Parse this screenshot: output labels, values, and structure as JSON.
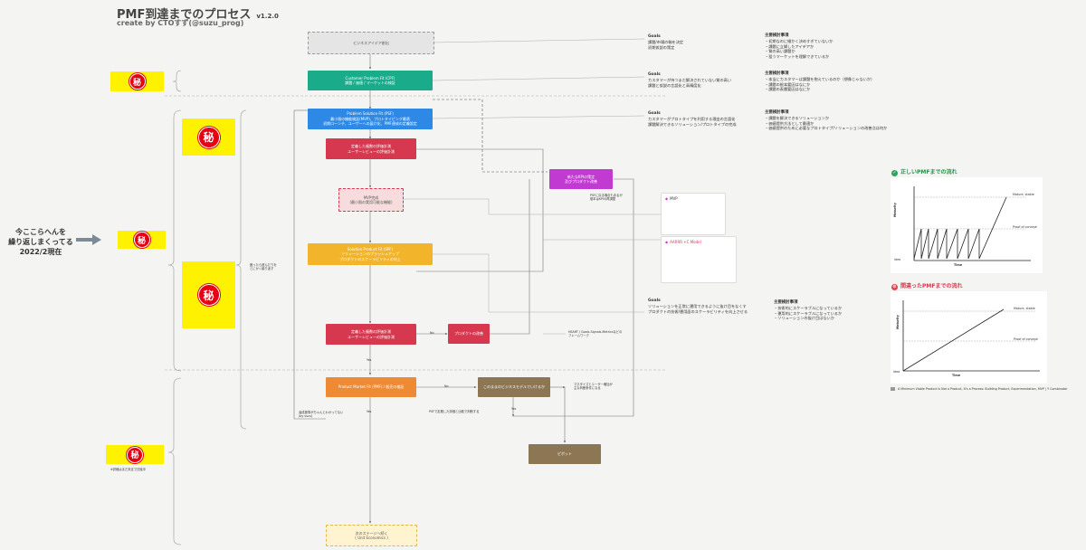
{
  "header": {
    "title": "PMF到達までのプロセス",
    "version": "v1.2.0",
    "author": "create by CTOすず(@suzu_prog)"
  },
  "loop_label": "今ここらへんを\n繰り返しまくってる\n2022/2現在",
  "secret_mark": "秘",
  "secret_note": "※詳細はまだ未定で討議中",
  "flow": {
    "idea": "ビジネスアイデア創出",
    "cpf": "Customer Problem Fit (CPF)\n課題 / 価値 / マーケットの検証",
    "psf": "Problem Solution Fit (PSF)\n最小限の機能検証(MVP)、プロトタイピング最適\n初期ローンチ、ユーザーへの届け化、PMF達成の定義設定",
    "psf_eval": "定義した複数の評価計測\nユーザーレビューの評価計測",
    "mvp": "MVP完成\n(最小限の実用可能な機能)",
    "spf": "Solution Product Fit (SPF)\nソリューションのブラッシュアップ\nプロダクトのスケーラビリティの向上",
    "spf_eval": "定義した複数の評価計測\nユーザーレビューの評価計測",
    "product_improve": "プロダクトの改善",
    "pmf": "Product Market Fit (PMF) / 販売の検証",
    "pivot_check": "このままのビジネスモデルでいけるか",
    "pivot": "ピボット",
    "next": "次のステージへ続く\n( Unit Economics )",
    "new_kpi": "新たなKPIの策定\n及びプロダクト改善",
    "no1": "No",
    "no2": "No",
    "yes1": "Yes",
    "yes2": "Yes",
    "yes3": "Yes"
  },
  "side_notes": {
    "psf_back": "PSFに戻る場合もあるが\n基本はKPIの再調整",
    "heart": "HEART / Goals-Signals-Metricsなどの\nフレームワーク",
    "monetize": "マネタイズとユーザー増加が\n主な判断条件になる",
    "psf_judge": "PSFで定義した評価と比較で判断する",
    "pmf_unsure": "達成基準がちゃんとわかってない\n(by suzu)",
    "repeat": "困ったら進んだりを\nとにかく繰り返す"
  },
  "goals": [
    {
      "heading": "Goals",
      "text": "課題/市場の軸を決定\n初期仮説の策定"
    },
    {
      "heading": "Goals",
      "text": "カスタマーが持つまだ解決されていない質の高い\n課題と仮説の言語化と高精度化"
    },
    {
      "heading": "Goals",
      "text": "カスタマーがプロトタイプを利用する理由の言語化\n課題解決できるソリューション/プロトタイプの完成"
    },
    {
      "heading": "Goals",
      "text": "ソリューションを正常に運用できるように抜け目をなくす\nプロダクトの技術/運用面のスケーラビリティを向上させる"
    }
  ],
  "checks": [
    {
      "heading": "主要検討事項",
      "text": "・初期なのに細かく決めすぎていないか\n・課題に立脚したアイデアか\n・質の高い課題か\n・狙うマーケットを理解できているか"
    },
    {
      "heading": "主要検討事項",
      "text": "・本当にカスタマーは課題を抱えているのか（想像じゃないか）\n・課題の根本要因はなにか\n・課題の表層要因はなにか"
    },
    {
      "heading": "主要検討事項",
      "text": "・課題を解決できるソリューションか\n・価値提供方法として最適か\n・価値提供のために必要なプロトタイプ/ソリューションの改善点は何か"
    },
    {
      "heading": "主要検討事項",
      "text": "・技術的にスケーラブルになっているか\n・運用的にスケーラブルになっているか\n・ソリューションの抜け目はないか"
    }
  ],
  "cards": {
    "mvp": "MVP",
    "aarrr": "AARRR +C Model"
  },
  "right_charts": {
    "correct_title": "正しいPMFまでの流れ",
    "wrong_title": "間違ったPMFまでの流れ",
    "y_axis": "Maturity",
    "x_axis": "Time",
    "idea": "Idea",
    "mature": "Mature, stable",
    "proof": "Proof of concept",
    "caption": "A Minimum Viable Product Is Not a Product, It's a Process: Building Product, Experimentation, MVP | Y Combinator"
  },
  "colors": {
    "cpf": "#1aab8a",
    "psf": "#2d89e5",
    "eval": "#d6384f",
    "spf": "#f2b42a",
    "pmf": "#ef8a34",
    "pivot": "#8c7654",
    "newkpi": "#c13ad1",
    "secret_bg": "#fff200",
    "seal": "#e60012"
  }
}
